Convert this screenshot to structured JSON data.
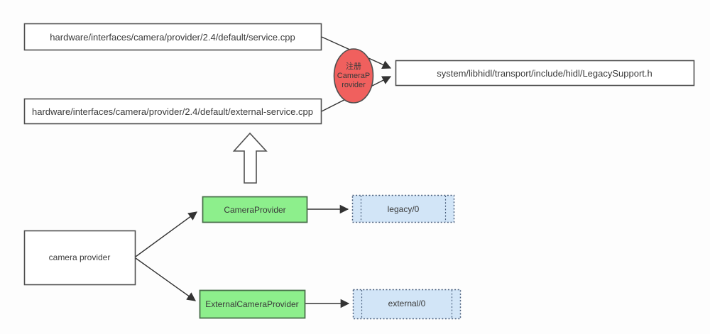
{
  "diagram": {
    "description": "camera provider registration flow diagram",
    "colors": {
      "background": "#fdfdfd",
      "box_border": "#4f4f4f",
      "box_fill": "#ffffff",
      "label_text": "#3a3a3a",
      "arrow": "#333333",
      "ellipse_fill": "#f0605e",
      "ellipse_border": "#4f4f4f",
      "ellipse_text": "#9e2c28",
      "green_fill": "#8def8c",
      "green_border": "#49704a",
      "blue_fill": "#d2e5f7",
      "blue_border": "#4a5f7d"
    },
    "nodes": {
      "service_cpp": {
        "label": "hardware/interfaces/camera/provider/2.4/default/service.cpp"
      },
      "external_service_cpp": {
        "label": "hardware/interfaces/camera/provider/2.4/default/external-service.cpp"
      },
      "legacy_support_h": {
        "label": "system/libhidl/transport/include/hidl/LegacySupport.h"
      },
      "register_ellipse": {
        "line1": "注册",
        "line2": "CameraP",
        "line3": "rovider"
      },
      "camera_provider": {
        "label": "camera provider"
      },
      "camera_provider_class": {
        "label": "CameraProvider"
      },
      "external_camera_provider_class": {
        "label": "ExternalCameraProvider"
      },
      "legacy_instance": {
        "label": "legacy/0"
      },
      "external_instance": {
        "label": "external/0"
      }
    },
    "edges": [
      {
        "from": "service_cpp",
        "to": "legacy_support_h",
        "via": "register_ellipse"
      },
      {
        "from": "external_service_cpp",
        "to": "legacy_support_h",
        "via": "register_ellipse"
      },
      {
        "from": "camera_provider",
        "to": "camera_provider_class"
      },
      {
        "from": "camera_provider",
        "to": "external_camera_provider_class"
      },
      {
        "from": "camera_provider_class",
        "to": "legacy_instance"
      },
      {
        "from": "external_camera_provider_class",
        "to": "external_instance"
      },
      {
        "from": "camera_provider_class_area",
        "to": "external_service_cpp",
        "style": "hollow-up-arrow"
      }
    ]
  }
}
